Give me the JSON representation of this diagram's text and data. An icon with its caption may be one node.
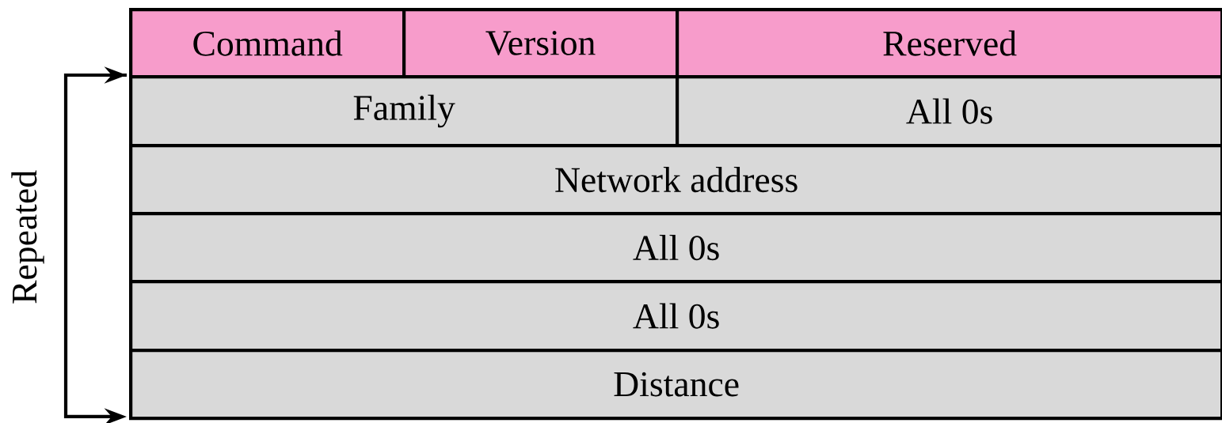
{
  "diagram": {
    "nodes": [
      {
        "text": [
          "Command"
        ]
      },
      {
        "text": [
          "Version"
        ]
      },
      {
        "text": [
          "Reserved"
        ]
      },
      {
        "text": [
          "Family"
        ]
      },
      {
        "text": [
          "All 0s"
        ]
      },
      {
        "text": [
          "Network address"
        ]
      },
      {
        "text": [
          "All 0s"
        ]
      },
      {
        "text": [
          "All 0s"
        ]
      },
      {
        "text": [
          "Distance"
        ]
      }
    ],
    "labels": [
      "Repeated"
    ]
  }
}
